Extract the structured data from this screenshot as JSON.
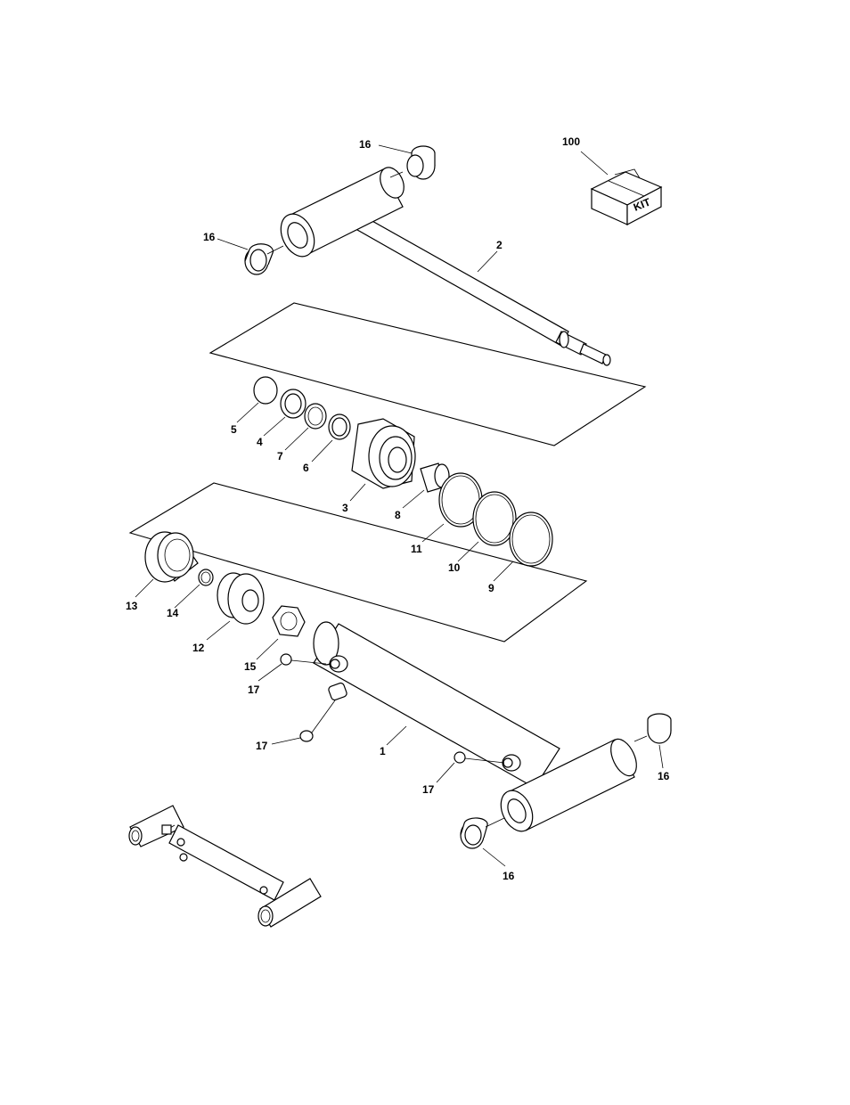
{
  "callouts": {
    "c100": "100",
    "c16a": "16",
    "c16b": "16",
    "c16c": "16",
    "c16d": "16",
    "c2": "2",
    "c5": "5",
    "c4": "4",
    "c7": "7",
    "c6": "6",
    "c3": "3",
    "c8": "8",
    "c11": "11",
    "c10": "10",
    "c9": "9",
    "c13": "13",
    "c14": "14",
    "c12": "12",
    "c15": "15",
    "c17a": "17",
    "c17b": "17",
    "c17c": "17",
    "c1": "1"
  },
  "kit_box_label": "KIT"
}
